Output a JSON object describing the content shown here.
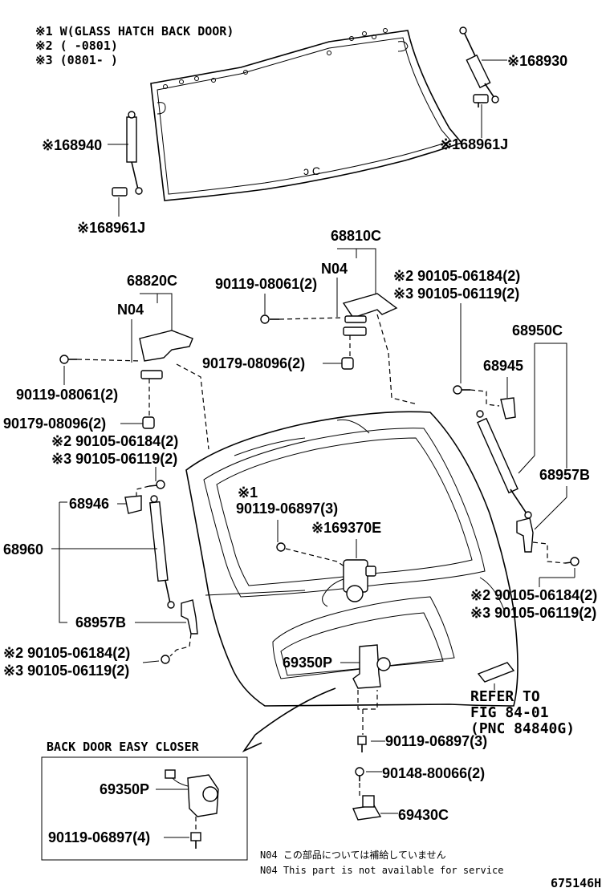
{
  "notes": {
    "n1": "※1 W(GLASS HATCH BACK DOOR)",
    "n2": "※2 (      -0801)",
    "n3": "※3 (0801-      )"
  },
  "labels": {
    "p68930": "※168930",
    "p68940": "※168940",
    "p68961J_a": "※168961J",
    "p68961J_b": "※168961J",
    "p68810C": "68810C",
    "n04_right": "N04",
    "p90119_08061_r": "90119-08061(2)",
    "p90105_06184_r1": "※2 90105-06184(2)",
    "p90105_06119_r1": "※3 90105-06119(2)",
    "p68820C": "68820C",
    "n04_left": "N04",
    "p90179_08096_r": "90179-08096(2)",
    "p90119_08061_l": "90119-08061(2)",
    "p90179_08096_l": "90179-08096(2)",
    "p90105_06184_l1": "※2 90105-06184(2)",
    "p90105_06119_l1": "※3 90105-06119(2)",
    "p68950C": "68950C",
    "p68945": "68945",
    "p68957B_r": "68957B",
    "p68946": "68946",
    "p68960": "68960",
    "p90119_06897_note": "※1",
    "p90119_06897_3a": "90119-06897(3)",
    "p69370E": "※169370E",
    "p68957B_l": "68957B",
    "p90105_06184_r2": "※2 90105-06184(2)",
    "p90105_06119_r2": "※3 90105-06119(2)",
    "p90105_06184_l2": "※2 90105-06184(2)",
    "p90105_06119_l2": "※3 90105-06119(2)",
    "p69350P": "69350P",
    "refer1": "REFER TO",
    "refer2": "FIG 84-01",
    "refer3": "(PNC 84840G)",
    "p90119_06897_3b": "90119-06897(3)",
    "p90148_80066": "90148-80066(2)",
    "p69430C": "69430C",
    "easy_closer_title": "BACK DOOR EASY CLOSER",
    "box_69350P": "69350P",
    "box_90119_06897_4": "90119-06897(4)",
    "footnote_jp": "N04 この部品については補給していません",
    "footnote_en": "N04 This part is not available for service",
    "fig_id": "675146H"
  }
}
